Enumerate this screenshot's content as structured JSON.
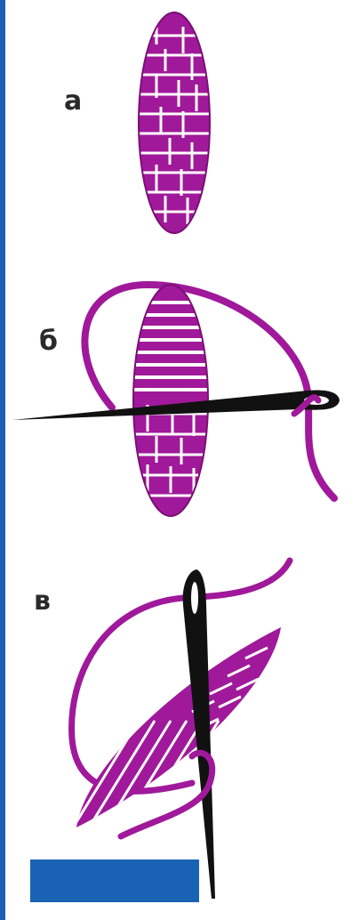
{
  "labels": {
    "a": "а",
    "b": "б",
    "v": "в"
  },
  "colors": {
    "thread": "#a0199a",
    "needle": "#111111",
    "frame": "#1c5fb4",
    "bar": "#1a62b3"
  }
}
